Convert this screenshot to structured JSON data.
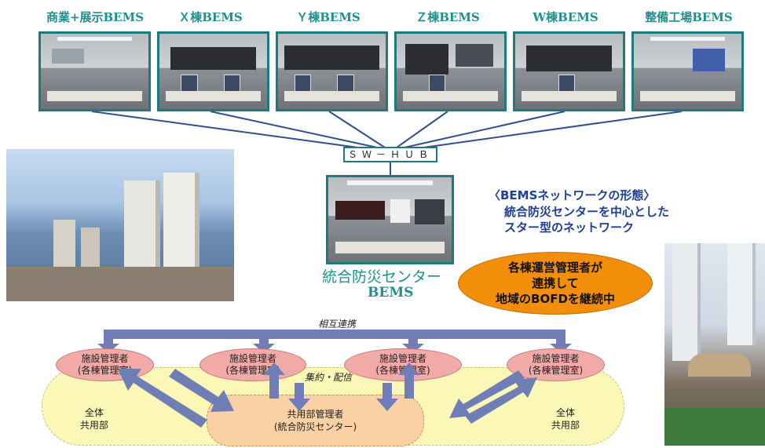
{
  "bems_labels": [
    "商業+展示BEMS",
    "Ｘ棟BEMS",
    "Ｙ棟BEMS",
    "Ｚ棟BEMS",
    "W棟BEMS",
    "整備工場BEMS"
  ],
  "hub_label": "ＳＷ－ＨＵＢ",
  "center": {
    "line1": "統合防災センター",
    "line2": "BEMS"
  },
  "network": {
    "heading": "〈BEMSネットワークの形態〉",
    "line1": "統合防災センターを中心とした",
    "line2": "スター型のネットワーク"
  },
  "operators": {
    "line1": "各棟運営管理者が",
    "line2": "連携して",
    "line3": "地域のBOFDを継続中"
  },
  "mutual_label": "相互連携",
  "facility_managers": [
    {
      "line1": "施設管理者",
      "line2": "(各棟管理室)"
    },
    {
      "line1": "施設管理者",
      "line2": "(各棟管理室)"
    },
    {
      "line1": "施設管理者",
      "line2": "(各棟管理室)"
    },
    {
      "line1": "施設管理者",
      "line2": "(各棟管理室)"
    }
  ],
  "aggregate_label": "集約・配信",
  "common_area": {
    "line1": "全体",
    "line2": "共用部"
  },
  "common_manager": {
    "line1": "共用部管理者",
    "line2": "(統合防災センター)"
  },
  "colors": {
    "teal": "#1f8f8f",
    "blue_arrow": "#6f7fb6",
    "orange": "#f28e0a",
    "pink": "#f1aaa8",
    "yellow": "#fbf7b6",
    "peach": "#f9d1a5",
    "navy_text": "#1c3f9a"
  }
}
